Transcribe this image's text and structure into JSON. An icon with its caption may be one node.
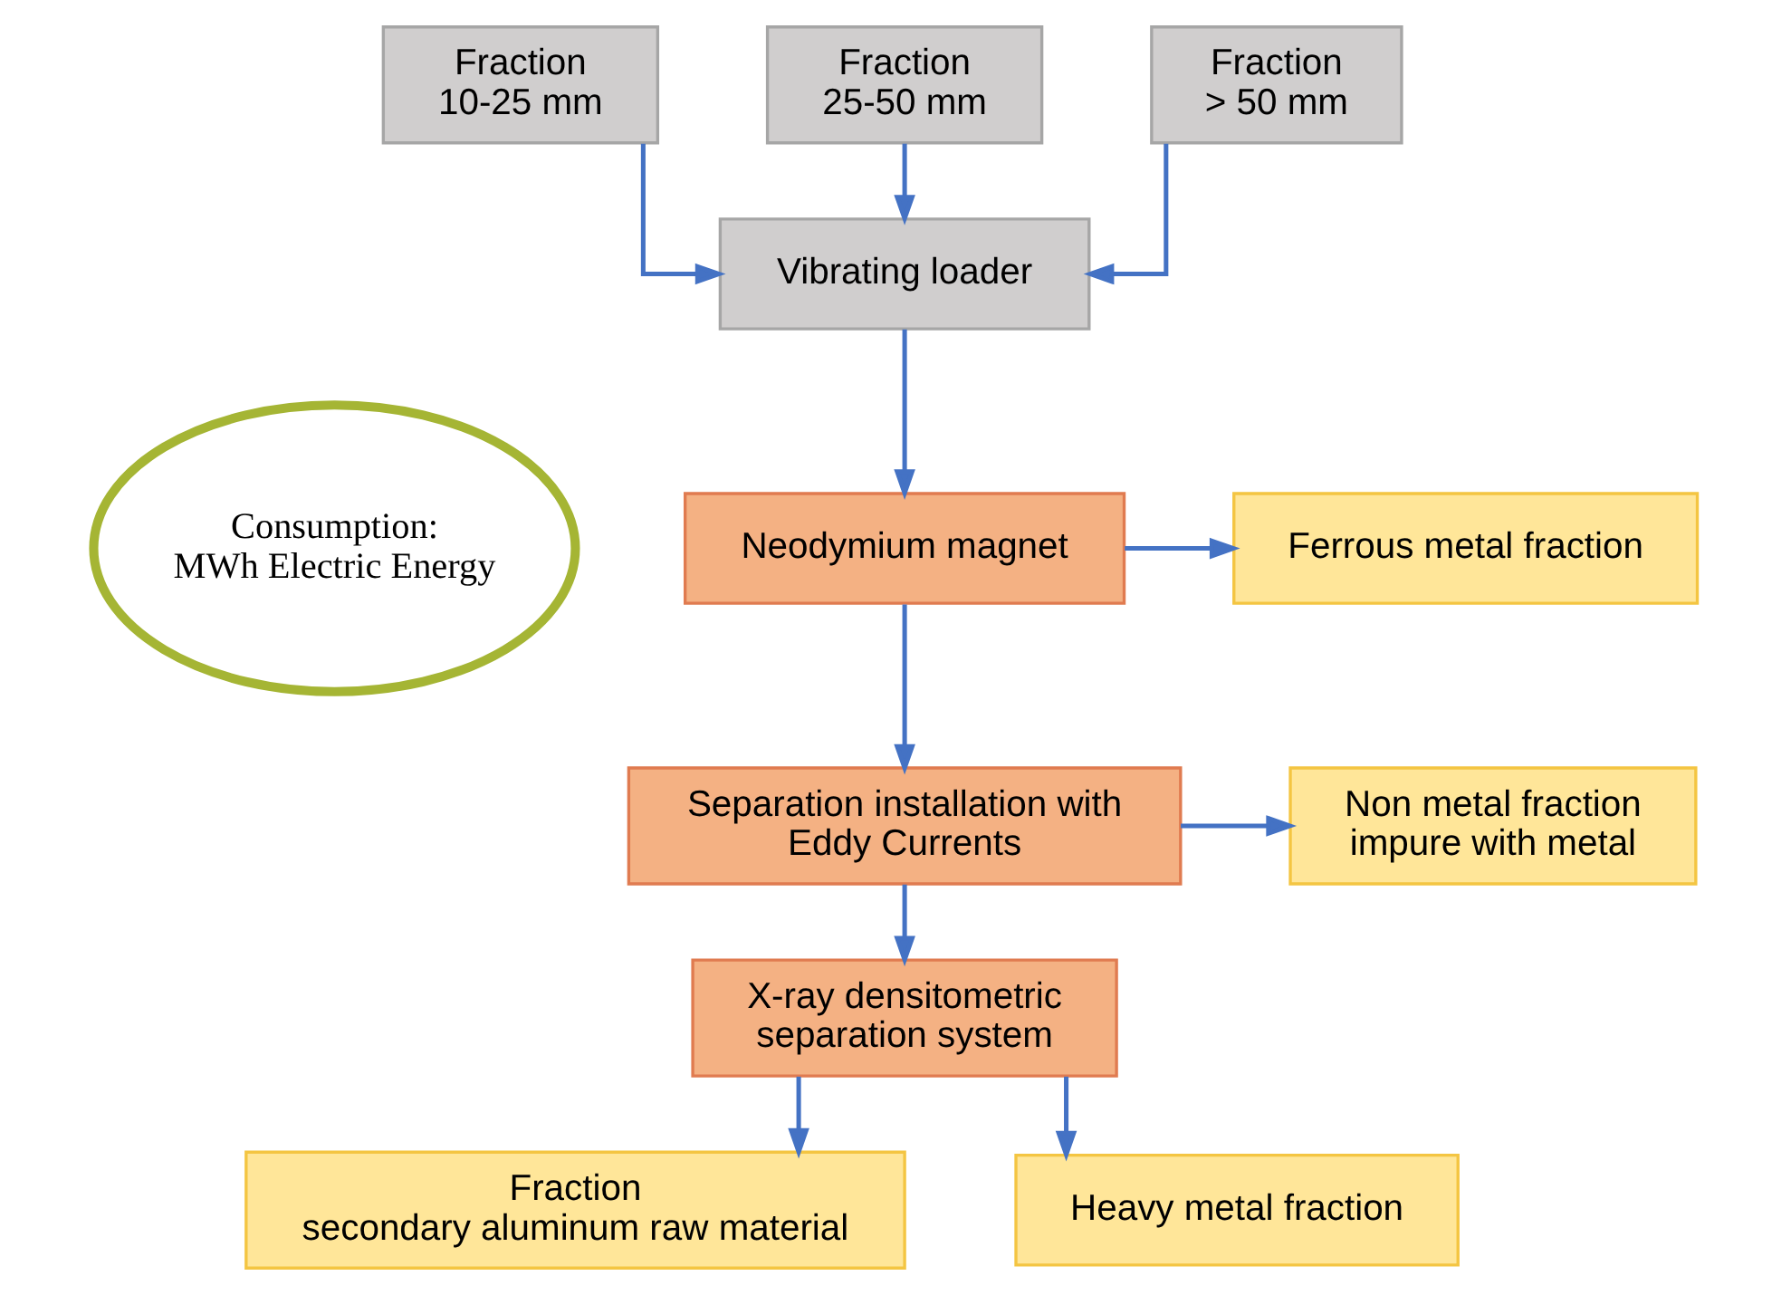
{
  "diagram": {
    "nodes": [
      {
        "text": [
          "Fraction 10-25 mm"
        ]
      },
      {
        "text": [
          "Fraction 25-50 mm"
        ]
      },
      {
        "text": [
          "Fraction > 50 mm"
        ]
      },
      {
        "text": [
          "Vibrating loader"
        ]
      },
      {
        "text": [
          "Neodymium magnet"
        ]
      },
      {
        "text": [
          "Ferrous metal fraction"
        ]
      },
      {
        "text": [
          "Separation installation with Eddy Currents"
        ]
      },
      {
        "text": [
          "Non metal fraction impure with metal"
        ]
      },
      {
        "text": [
          "X-ray densitometric separation system"
        ]
      },
      {
        "text": [
          "Fraction secondary aluminum raw material"
        ]
      },
      {
        "text": [
          "Heavy metal fraction"
        ]
      },
      {
        "text": [
          "Consumption: MWh Electric Energy"
        ]
      }
    ],
    "edges": [
      {
        "from": 0,
        "to": 3,
        "arrow": "to"
      },
      {
        "from": 1,
        "to": 3,
        "arrow": "to"
      },
      {
        "from": 2,
        "to": 3,
        "arrow": "to"
      },
      {
        "from": 3,
        "to": 4,
        "arrow": "to"
      },
      {
        "from": 4,
        "to": 5,
        "arrow": "to"
      },
      {
        "from": 4,
        "to": 6,
        "arrow": "to"
      },
      {
        "from": 6,
        "to": 7,
        "arrow": "to"
      },
      {
        "from": 6,
        "to": 8,
        "arrow": "to"
      },
      {
        "from": 8,
        "to": 9,
        "arrow": "to"
      },
      {
        "from": 8,
        "to": 10,
        "arrow": "to"
      }
    ]
  }
}
